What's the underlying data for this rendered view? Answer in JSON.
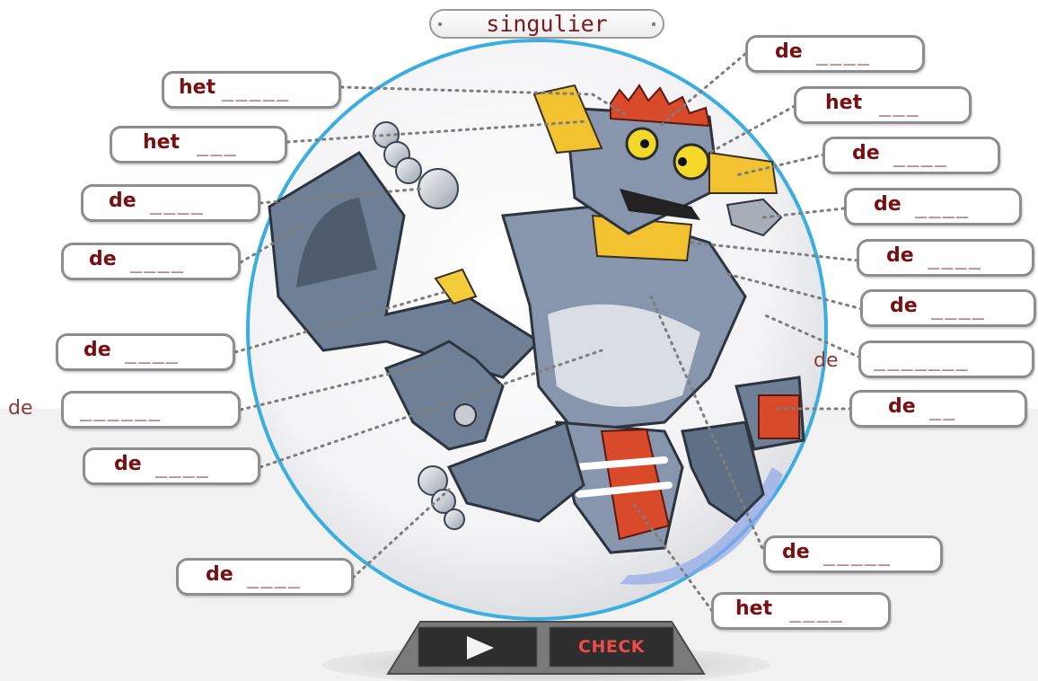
{
  "header": {
    "title": "singulier"
  },
  "controls": {
    "play_icon": "play-icon",
    "check_label": "CHECK"
  },
  "colors": {
    "article_text": "#7a0f12",
    "sphere_rim": "#3aaee0",
    "box_border": "#8d8d8d",
    "check_red": "#ee4b4b"
  },
  "labels": [
    {
      "id": "l1",
      "article": "het",
      "blank": "_____"
    },
    {
      "id": "l2",
      "article": "het ",
      "blank": "___"
    },
    {
      "id": "l3",
      "article": "de ",
      "blank": "____"
    },
    {
      "id": "l4",
      "article": "de ",
      "blank": "____"
    },
    {
      "id": "l5",
      "article": "de ",
      "blank": "____"
    },
    {
      "id": "l6",
      "article": "",
      "blank": "______",
      "outside_article": "de"
    },
    {
      "id": "l7",
      "article": "de ",
      "blank": "____"
    },
    {
      "id": "l8",
      "article": "de ",
      "blank": "____"
    },
    {
      "id": "r1",
      "article": "de ",
      "blank": "____"
    },
    {
      "id": "r2",
      "article": "het ",
      "blank": "___"
    },
    {
      "id": "r3",
      "article": "de ",
      "blank": "____"
    },
    {
      "id": "r4",
      "article": "de ",
      "blank": "____"
    },
    {
      "id": "r5",
      "article": "de ",
      "blank": "____"
    },
    {
      "id": "r6",
      "article": "de ",
      "blank": "____"
    },
    {
      "id": "r7",
      "article": "",
      "blank": "_______",
      "outside_article": "de"
    },
    {
      "id": "r8",
      "article": "de ",
      "blank": "__"
    },
    {
      "id": "r9",
      "article": "de ",
      "blank": "_____"
    },
    {
      "id": "r10",
      "article": "het ",
      "blank": "____"
    }
  ]
}
